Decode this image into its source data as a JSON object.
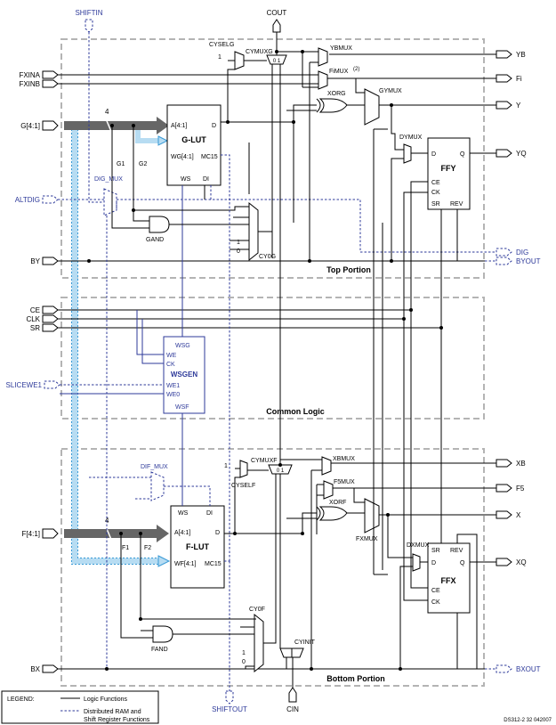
{
  "diagram_id": "DS312-2_32_042007",
  "regions": {
    "top": "Top Portion",
    "common": "Common Logic",
    "bottom": "Bottom Portion"
  },
  "left_ports": {
    "fxina": "FXINA",
    "fxinb": "FXINB",
    "g": "G[4:1]",
    "altdig": "ALTDIG",
    "by": "BY",
    "ce": "CE",
    "clk": "CLK",
    "sr": "SR",
    "slicewe1": "SLICEWE1",
    "f": "F[4:1]",
    "bx": "BX"
  },
  "right_ports": {
    "yb": "YB",
    "fi": "Fi",
    "y": "Y",
    "yq": "YQ",
    "dig": "DIG",
    "byout": "BYOUT",
    "xb": "XB",
    "f5": "F5",
    "x": "X",
    "xq": "XQ",
    "bxout": "BXOUT"
  },
  "top_ports": {
    "shiftin": "SHIFTIN",
    "cout": "COUT"
  },
  "bottom_ports": {
    "shiftout": "SHIFTOUT",
    "cin": "CIN"
  },
  "bus_width_g": "4",
  "bus_width_f": "4",
  "glut": {
    "title": "G-LUT",
    "a": "A[4:1]",
    "d": "D",
    "wg": "WG[4:1]",
    "mc15": "MC15",
    "ws": "WS",
    "di": "DI",
    "g1": "G1",
    "g2": "G2"
  },
  "flut": {
    "title": "F-LUT",
    "a": "A[4:1]",
    "d": "D",
    "wf": "WF[4:1]",
    "mc15": "MC15",
    "ws": "WS",
    "di": "DI",
    "f1": "F1",
    "f2": "F2"
  },
  "ffy": {
    "title": "FFY",
    "d": "D",
    "q": "Q",
    "ce": "CE",
    "ck": "CK",
    "sr": "SR",
    "rev": "REV"
  },
  "ffx": {
    "title": "FFX",
    "d": "D",
    "q": "Q",
    "ce": "CE",
    "ck": "CK",
    "sr": "SR",
    "rev": "REV"
  },
  "wsgen": {
    "title": "WSGEN",
    "wsg": "WSG",
    "we": "WE",
    "ck": "CK",
    "we1": "WE1",
    "we0": "WE0",
    "wsf": "WSF"
  },
  "muxes": {
    "cyselg": "CYSELG",
    "cymuxg": "CYMUXG",
    "ybmux": "YBMUX",
    "fimux": "FiMUX",
    "fimux_sup": "(2)",
    "xorg": "XORG",
    "gymux": "GYMUX",
    "dymux": "DYMUX",
    "dig_mux": "DIG_MUX",
    "gand": "GAND",
    "cy0g": "CY0G",
    "cyself": "CYSELF",
    "cymuxf": "CYMUXF",
    "xbmux": "XBMUX",
    "f5mux": "F5MUX",
    "xorf": "XORF",
    "fxmux": "FXMUX",
    "dxmux": "DXMUX",
    "dif_mux": "DIF_MUX",
    "fand": "FAND",
    "cy0f": "CY0F",
    "cyinit": "CYINIT"
  },
  "mux_inputs": {
    "one": "1",
    "zero": "0",
    "zero_one": "0 1"
  },
  "legend": {
    "title": "LEGEND:",
    "solid": "Logic Functions",
    "dashed_line1": "Distributed RAM and",
    "dashed_line2": "Shift Register Functions"
  },
  "colors": {
    "wire": "#000000",
    "ram_path": "#2e3a9a",
    "bus_fill": "#666666",
    "shift_bus": "#b7dcf2",
    "region_border": "#b4b4b4"
  }
}
